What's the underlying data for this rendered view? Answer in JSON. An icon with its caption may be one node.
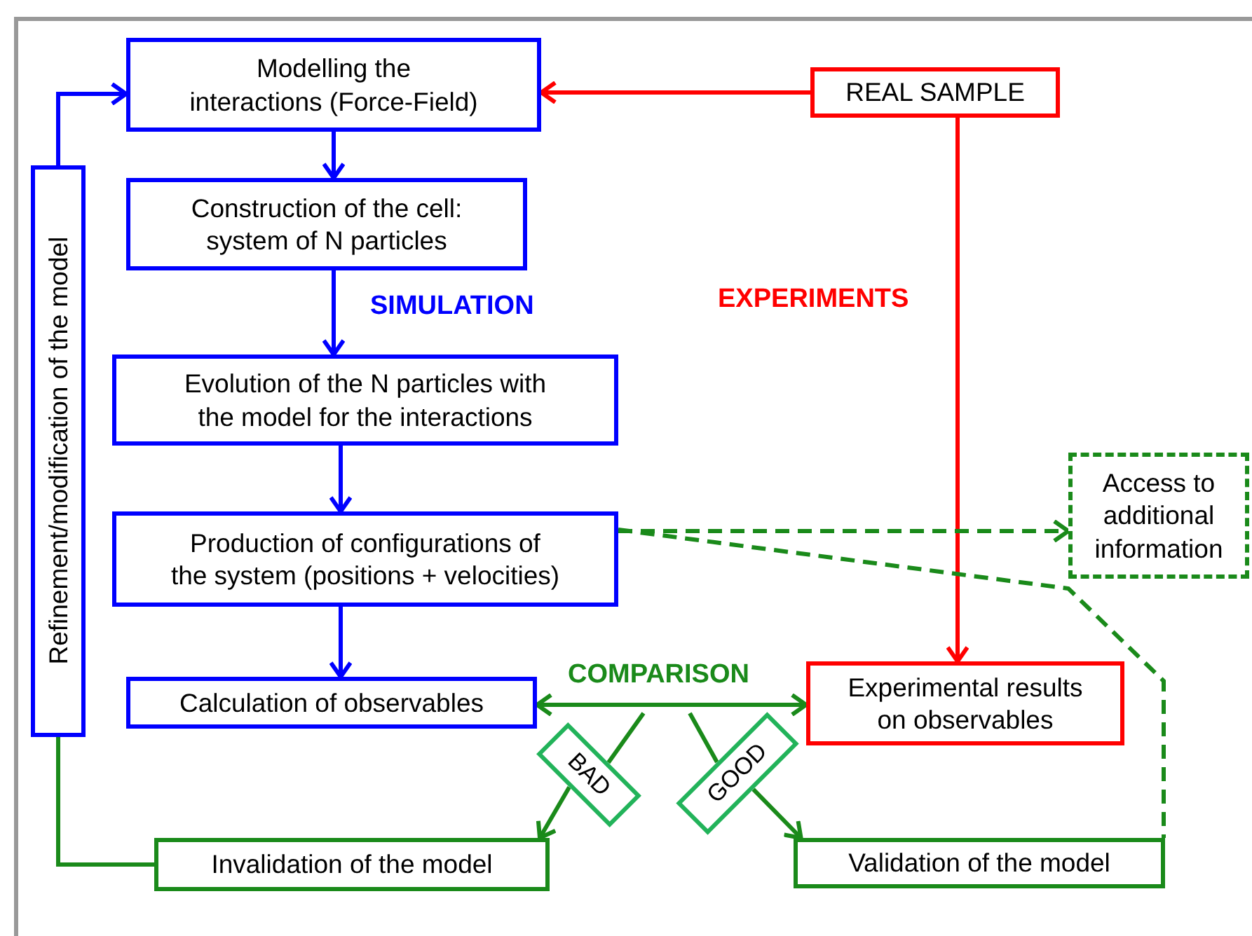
{
  "diagram": {
    "nodes": [
      {
        "text": [
          "Modelling the interactions (Force-Field)"
        ]
      },
      {
        "text": [
          "Construction of the cell: system of N particles"
        ]
      },
      {
        "text": [
          "Evolution of the N particles with the model for the interactions"
        ]
      },
      {
        "text": [
          "Production of configurations of the system (positions + velocities)"
        ]
      },
      {
        "text": [
          "Calculation of observables"
        ]
      },
      {
        "text": [
          "REAL SAMPLE"
        ]
      },
      {
        "text": [
          "Experimental results on observables"
        ]
      },
      {
        "text": [
          "Access to additional information"
        ]
      },
      {
        "text": [
          "Refinement/modification of the model"
        ]
      },
      {
        "text": [
          "Invalidation of the model"
        ]
      },
      {
        "text": [
          "Validation of the model"
        ]
      },
      {
        "text": [
          "BAD"
        ]
      },
      {
        "text": [
          "GOOD"
        ]
      }
    ],
    "edges": [
      {
        "from": 0,
        "to": 1,
        "arrow": "to",
        "color": "#0000ff"
      },
      {
        "from": 1,
        "to": 2,
        "arrow": "to",
        "label": "SIMULATION",
        "color": "#0000ff"
      },
      {
        "from": 2,
        "to": 3,
        "arrow": "to",
        "color": "#0000ff"
      },
      {
        "from": 3,
        "to": 4,
        "arrow": "to",
        "color": "#0000ff"
      },
      {
        "from": 5,
        "to": 0,
        "arrow": "to",
        "color": "#ff0000"
      },
      {
        "from": 5,
        "to": 6,
        "arrow": "to",
        "label": "EXPERIMENTS",
        "color": "#ff0000"
      },
      {
        "from": 4,
        "to": 6,
        "arrow": "both",
        "label": "COMPARISON"
      },
      {
        "from": null,
        "to": 11,
        "arrow": "none"
      },
      {
        "from": 11,
        "to": 9,
        "arrow": "to"
      },
      {
        "from": null,
        "to": 12,
        "arrow": "none"
      },
      {
        "from": 12,
        "to": 10,
        "arrow": "to"
      },
      {
        "from": 3,
        "to": 7,
        "arrow": "to",
        "style": "dashed"
      },
      {
        "from": 3,
        "to": 10,
        "arrow": "none",
        "style": "dashed"
      },
      {
        "from": 9,
        "to": 8,
        "arrow": "none"
      },
      {
        "from": 8,
        "to": 0,
        "arrow": "to",
        "color": "#0000ff"
      }
    ]
  }
}
